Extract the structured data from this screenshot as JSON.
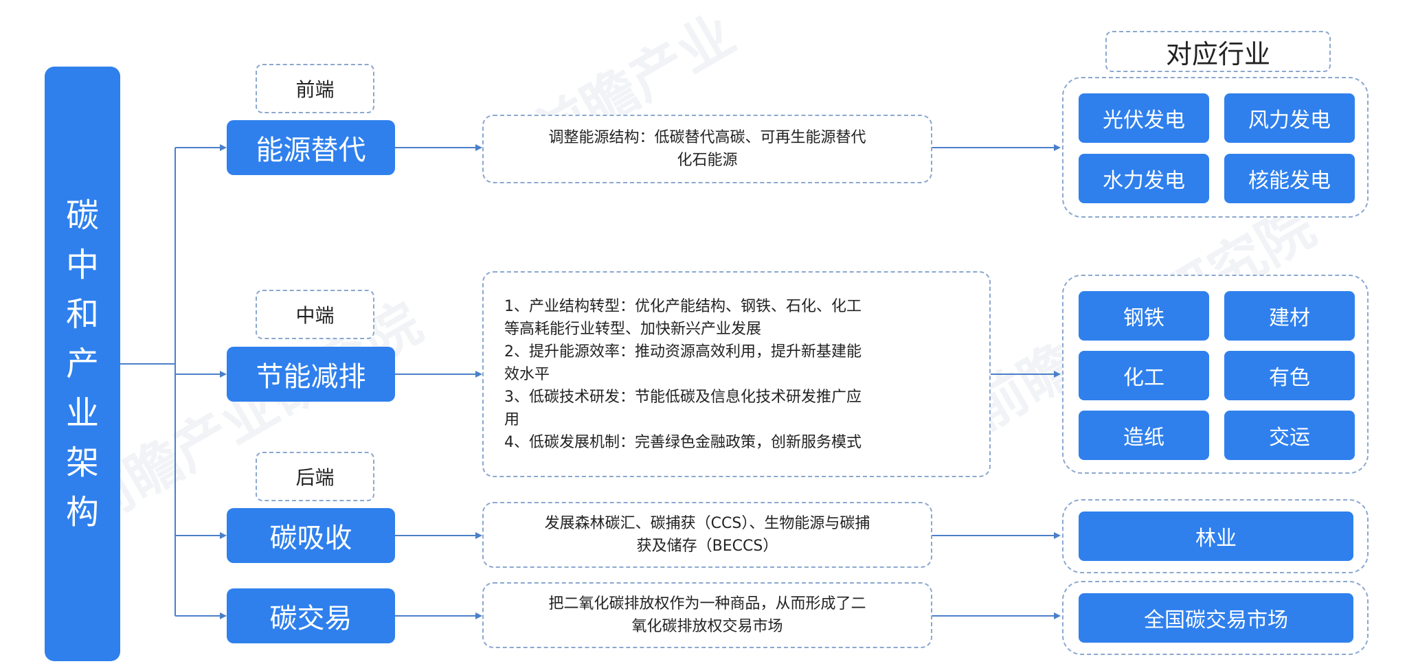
{
  "root": {
    "label": "碳中和产业架构"
  },
  "header": {
    "industries_title": "对应行业"
  },
  "stages": {
    "front": "前端",
    "middle": "中端",
    "back": "后端"
  },
  "rows": [
    {
      "main": "能源替代",
      "desc_lines": [
        "调整能源结构：低碳替代高碳、可再生能源替代",
        "化石能源"
      ],
      "industries": [
        "光伏发电",
        "风力发电",
        "水力发电",
        "核能发电"
      ]
    },
    {
      "main": "节能减排",
      "desc_lines": [
        "1、产业结构转型：优化产能结构、钢铁、石化、化工",
        "等高耗能行业转型、加快新兴产业发展",
        "2、提升能源效率：推动资源高效利用，提升新基建能",
        "效水平",
        "3、低碳技术研发：节能低碳及信息化技术研发推广应",
        "用",
        "4、低碳发展机制：完善绿色金融政策，创新服务模式"
      ],
      "industries": [
        "钢铁",
        "建材",
        "化工",
        "有色",
        "造纸",
        "交运"
      ]
    },
    {
      "main": "碳吸收",
      "desc_lines": [
        "发展森林碳汇、碳捕获（CCS）、生物能源与碳捕",
        "获及储存（BECCS）"
      ],
      "industries": [
        "林业"
      ]
    },
    {
      "main": "碳交易",
      "desc_lines": [
        "把二氧化碳排放权作为一种商品，从而形成了二",
        "氧化碳排放权交易市场"
      ],
      "industries": [
        "全国碳交易市场"
      ]
    }
  ],
  "colors": {
    "accent": "#2f80ed",
    "dashed_border": "#8aa7cf",
    "connector": "#4a7fc9"
  }
}
